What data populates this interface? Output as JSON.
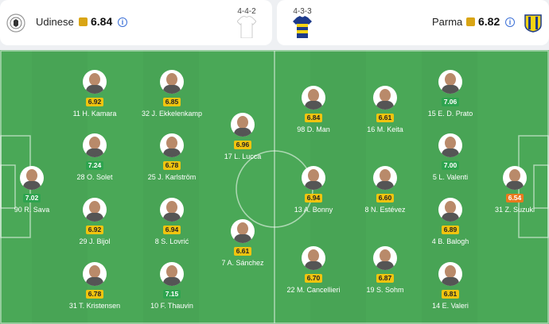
{
  "home": {
    "name": "Udinese",
    "rating": "6.84",
    "formation": "4-4-2"
  },
  "away": {
    "name": "Parma",
    "rating": "6.82",
    "formation": "4-3-3"
  },
  "home_players": [
    {
      "label": "11 H. Kamara",
      "rating": "6.92",
      "c": "y"
    },
    {
      "label": "32 J. Ekkelenkamp",
      "rating": "6.85",
      "c": "y"
    },
    {
      "label": "17 L. Lucca",
      "rating": "6.96",
      "c": "y"
    },
    {
      "label": "28 O. Solet",
      "rating": "7.24",
      "c": "g"
    },
    {
      "label": "25 J. Karlström",
      "rating": "6.78",
      "c": "y"
    },
    {
      "label": "90 R. Sava",
      "rating": "7.02",
      "c": "g"
    },
    {
      "label": "29 J. Bijol",
      "rating": "6.92",
      "c": "y"
    },
    {
      "label": "8 S. Lovrić",
      "rating": "6.94",
      "c": "y"
    },
    {
      "label": "7 A. Sánchez",
      "rating": "6.61",
      "c": "y"
    },
    {
      "label": "31 T. Kristensen",
      "rating": "6.78",
      "c": "y"
    },
    {
      "label": "10 F. Thauvin",
      "rating": "7.15",
      "c": "g"
    }
  ],
  "away_players": [
    {
      "label": "98 D. Man",
      "rating": "6.84",
      "c": "y"
    },
    {
      "label": "16 M. Keita",
      "rating": "6.61",
      "c": "y"
    },
    {
      "label": "15 E. D. Prato",
      "rating": "7.06",
      "c": "g"
    },
    {
      "label": "5 L. Valenti",
      "rating": "7.00",
      "c": "g"
    },
    {
      "label": "13 A. Bonny",
      "rating": "6.94",
      "c": "y"
    },
    {
      "label": "8 N. Estévez",
      "rating": "6.60",
      "c": "y"
    },
    {
      "label": "31 Z. Suzuki",
      "rating": "6.54",
      "c": "o"
    },
    {
      "label": "4 B. Balogh",
      "rating": "6.89",
      "c": "y"
    },
    {
      "label": "22 M. Cancellieri",
      "rating": "6.70",
      "c": "y"
    },
    {
      "label": "19 S. Sohm",
      "rating": "6.87",
      "c": "y"
    },
    {
      "label": "14 E. Valeri",
      "rating": "6.81",
      "c": "y"
    }
  ],
  "colors": {
    "pitch": "#4aa857",
    "rating_yellow": "#f1c40f",
    "rating_green": "#2ea44f",
    "rating_orange": "#ea7a1d"
  }
}
